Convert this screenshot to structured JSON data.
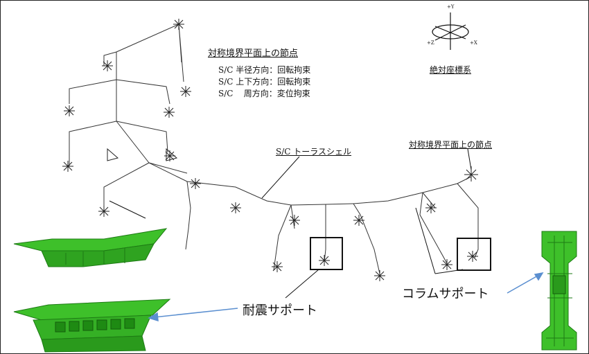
{
  "labels": {
    "symmetry_node_top": "対称境界平面上の節点",
    "symmetry_node_right": "対称境界平面上の節点",
    "absolute_coords": "絶対座標系",
    "torus_shell": "S/C トーラスシェル",
    "seismic_support": "耐震サポート",
    "column_support": "コラムサポート"
  },
  "conditions": [
    "S/C 半径方向：回転拘束",
    "S/C 上下方向：回転拘束",
    "S/C    周方向：変位拘束"
  ],
  "axes": {
    "plus_y": "+Y",
    "plus_z": "+Z",
    "plus_x": "+X"
  },
  "colors": {
    "model_green": "#3ec02a",
    "dark_green": "#1d7a14",
    "arrow_blue": "#5b8fd0"
  }
}
